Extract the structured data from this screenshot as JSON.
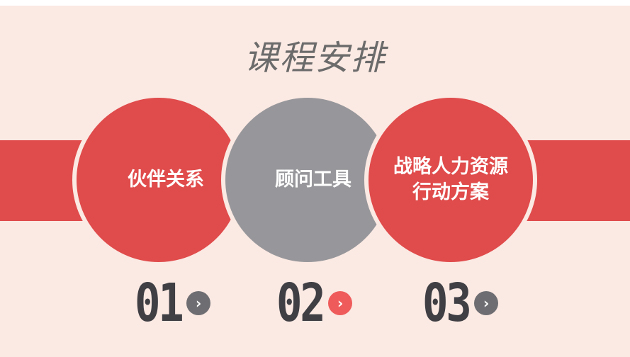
{
  "title": "课程安排",
  "colors": {
    "background": "#fbe9e3",
    "accent_red": "#e04b4b",
    "accent_gray": "#97979b",
    "number_text": "#3f3f44",
    "arrow_active": "#ef5b5b",
    "arrow_inactive": "#6e6e72"
  },
  "circles": [
    {
      "label": "伙伴关系"
    },
    {
      "label": "顾问工具"
    },
    {
      "label": "战略人力资源行动方案"
    }
  ],
  "steps": [
    {
      "number": "01",
      "arrow_icon": "chevron-right-icon",
      "arrow_color": "#6e6e72"
    },
    {
      "number": "02",
      "arrow_icon": "chevron-right-icon",
      "arrow_color": "#ef5b5b"
    },
    {
      "number": "03",
      "arrow_icon": "chevron-right-icon",
      "arrow_color": "#6e6e72"
    }
  ]
}
